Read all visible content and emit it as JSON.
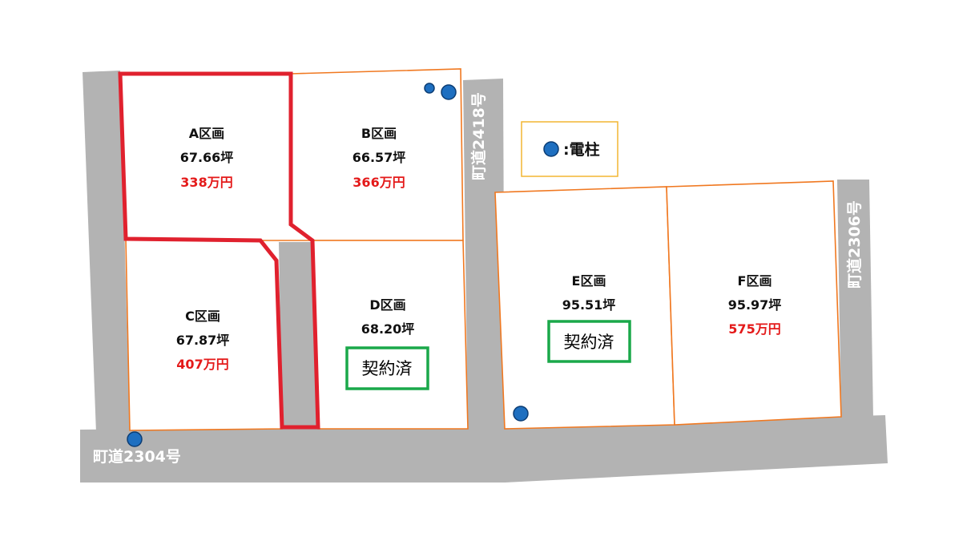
{
  "lots": [
    {
      "name": "A区画",
      "area": "67.66坪",
      "price": "338万円",
      "status": ""
    },
    {
      "name": "B区画",
      "area": "66.57坪",
      "price": "366万円",
      "status": ""
    },
    {
      "name": "C区画",
      "area": "67.87坪",
      "price": "407万円",
      "status": ""
    },
    {
      "name": "D区画",
      "area": "68.20坪",
      "price": "",
      "status": "契約済"
    },
    {
      "name": "E区画",
      "area": "95.51坪",
      "price": "",
      "status": "契約済"
    },
    {
      "name": "F区画",
      "area": "95.97坪",
      "price": "575万円",
      "status": ""
    }
  ],
  "roads": {
    "south": "町道2304号",
    "middle": "町道2418号",
    "east": "町道2306号"
  },
  "legend": {
    "symbol": "utility-pole-dot",
    "label": ":電柱"
  },
  "colors": {
    "road": "#b3b3b3",
    "lot_border": "#f07820",
    "highlight": "#e0212e",
    "price": "#e41a1a",
    "contracted_stamp": "#1aa84a",
    "pole": "#1e6fc0",
    "legend_border": "#f2b632"
  }
}
